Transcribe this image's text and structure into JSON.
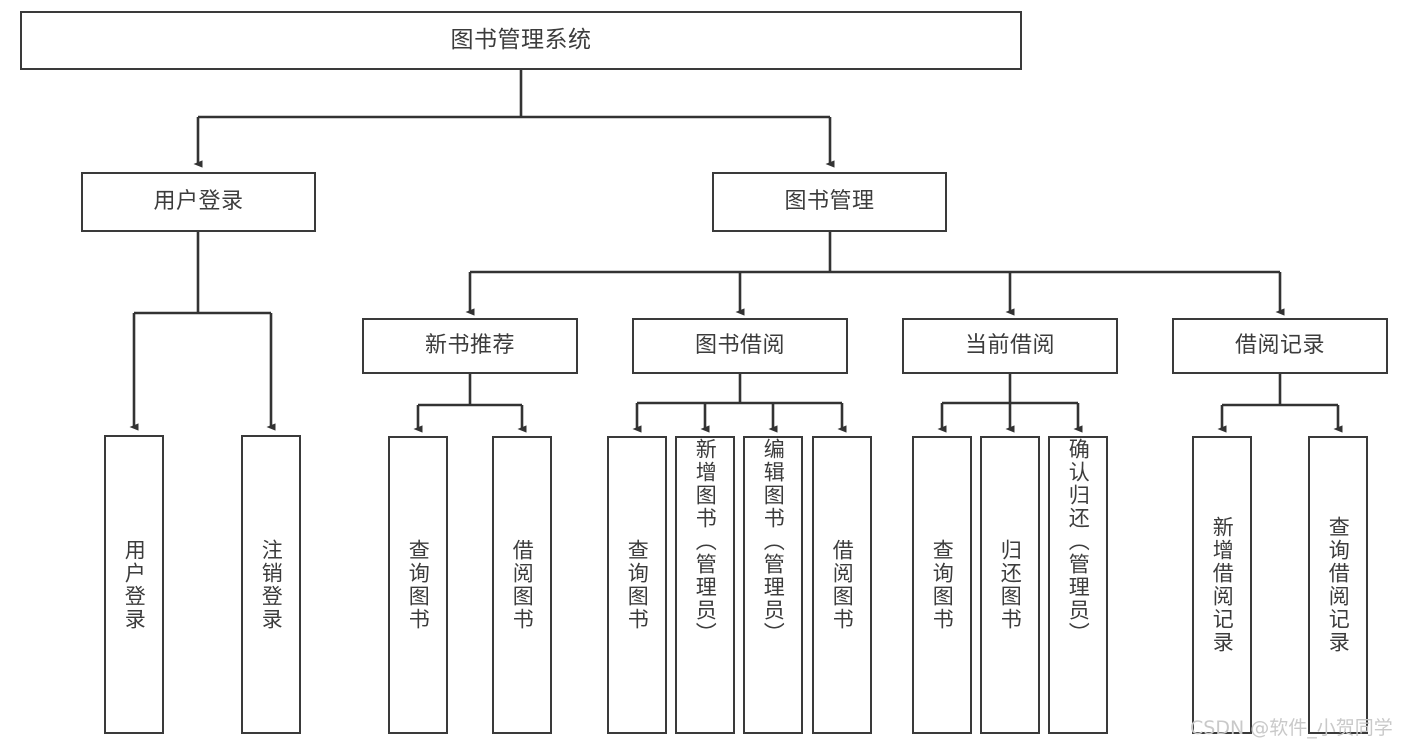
{
  "diagram": {
    "title": "图书管理系统",
    "type": "tree",
    "watermark": "CSDN @软件_小贺同学",
    "colors": {
      "box_border": "#3a3a3a",
      "box_fill": "#ffffff",
      "edge": "#333333",
      "text": "#3c3c3c",
      "background": "#ffffff",
      "watermark": "#c9c9c9"
    },
    "nodes": {
      "root": {
        "label": "图书管理系统",
        "level": 0,
        "orientation": "horizontal"
      },
      "l1": [
        {
          "id": "user-login",
          "label": "用户登录",
          "level": 1,
          "orientation": "horizontal"
        },
        {
          "id": "book-admin",
          "label": "图书管理",
          "level": 1,
          "orientation": "horizontal"
        }
      ],
      "l2": [
        {
          "id": "new-book-rec",
          "label": "新书推荐",
          "level": 2,
          "orientation": "horizontal",
          "parent": "book-admin"
        },
        {
          "id": "book-borrow",
          "label": "图书借阅",
          "level": 2,
          "orientation": "horizontal",
          "parent": "book-admin"
        },
        {
          "id": "current-borrow",
          "label": "当前借阅",
          "level": 2,
          "orientation": "horizontal",
          "parent": "book-admin"
        },
        {
          "id": "borrow-record",
          "label": "借阅记录",
          "level": 2,
          "orientation": "horizontal",
          "parent": "book-admin"
        }
      ],
      "leaves": [
        {
          "id": "leaf-user-login",
          "label": "用户登录",
          "parent": "user-login",
          "orientation": "vertical"
        },
        {
          "id": "leaf-logout",
          "label": "注销登录",
          "parent": "user-login",
          "orientation": "vertical"
        },
        {
          "id": "leaf-query-book-1",
          "label": "查询图书",
          "parent": "new-book-rec",
          "orientation": "vertical"
        },
        {
          "id": "leaf-borrow-book-1",
          "label": "借阅图书",
          "parent": "new-book-rec",
          "orientation": "vertical"
        },
        {
          "id": "leaf-query-book-2",
          "label": "查询图书",
          "parent": "book-borrow",
          "orientation": "vertical"
        },
        {
          "id": "leaf-add-book",
          "label": "新增图书（管理员）",
          "parent": "book-borrow",
          "orientation": "vertical"
        },
        {
          "id": "leaf-edit-book",
          "label": "编辑图书（管理员）",
          "parent": "book-borrow",
          "orientation": "vertical"
        },
        {
          "id": "leaf-borrow-book-2",
          "label": "借阅图书",
          "parent": "book-borrow",
          "orientation": "vertical"
        },
        {
          "id": "leaf-query-book-3",
          "label": "查询图书",
          "parent": "current-borrow",
          "orientation": "vertical"
        },
        {
          "id": "leaf-return-book",
          "label": "归还图书",
          "parent": "current-borrow",
          "orientation": "vertical"
        },
        {
          "id": "leaf-confirm-return",
          "label": "确认归还（管理员）",
          "parent": "current-borrow",
          "orientation": "vertical"
        },
        {
          "id": "leaf-add-record",
          "label": "新增借阅记录",
          "parent": "borrow-record",
          "orientation": "vertical"
        },
        {
          "id": "leaf-query-record",
          "label": "查询借阅记录",
          "parent": "borrow-record",
          "orientation": "vertical"
        }
      ]
    }
  }
}
